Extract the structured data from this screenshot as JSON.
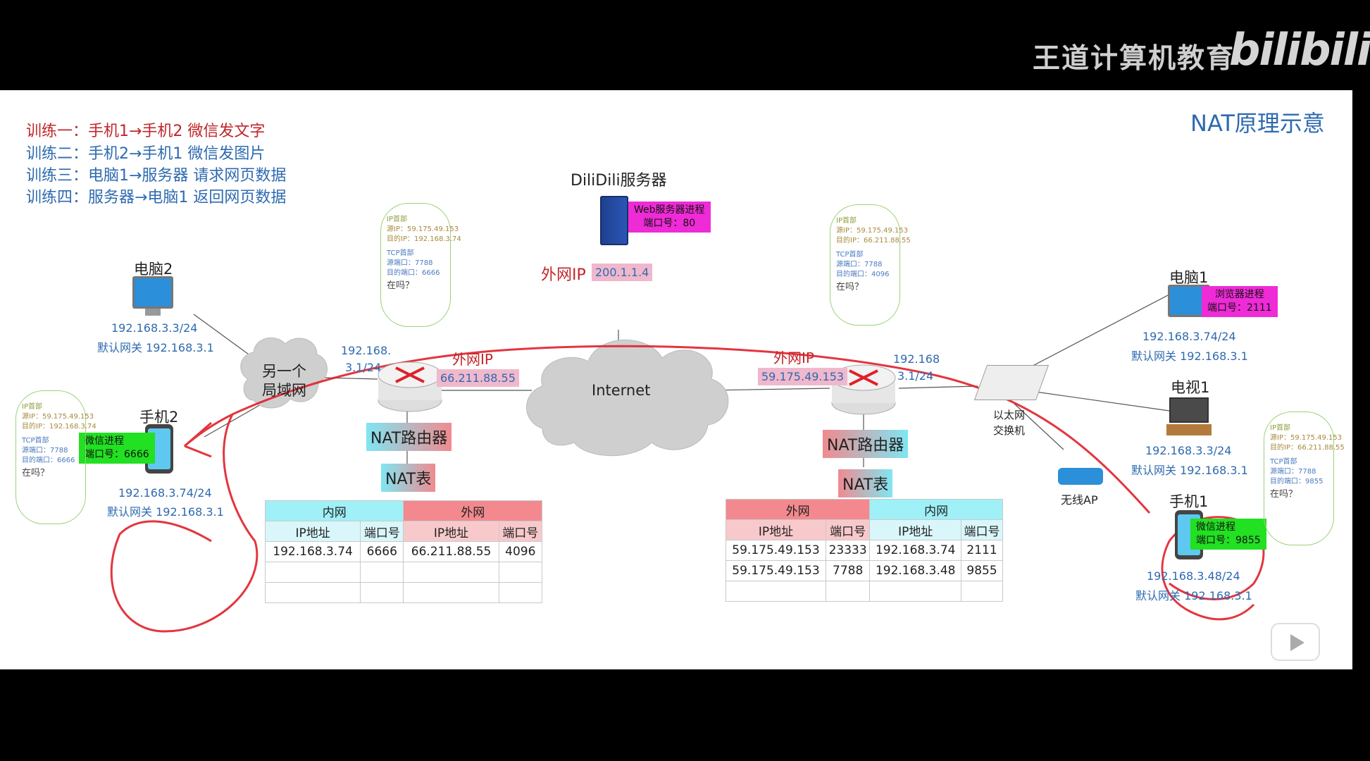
{
  "brand": {
    "name": "王道计算机教育",
    "logo": "bilibili"
  },
  "slide_title": "NAT原理示意",
  "tasks": [
    "训练一：手机1→手机2 微信发文字",
    "训练二：手机2→手机1 微信发图片",
    "训练三：电脑1→服务器 请求网页数据",
    "训练四：服务器→电脑1 返回网页数据"
  ],
  "server": {
    "name": "DiliDili服务器",
    "process_line1": "Web服务器进程",
    "process_line2": "端口号：80",
    "wan_label": "外网IP",
    "wan_ip": "200.1.1.4"
  },
  "internet": "Internet",
  "cloud_lan": {
    "line1": "另一个",
    "line2": "局域网"
  },
  "left_router": {
    "lan_ip_line1": "192.168.",
    "lan_ip_line2": "3.1/24",
    "wan_label": "外网IP",
    "wan_ip": "66.211.88.55",
    "name": "NAT路由器",
    "table_label": "NAT表"
  },
  "right_router": {
    "wan_label": "外网IP",
    "wan_ip": "59.175.49.153",
    "lan_ip_line1": "192.168",
    "lan_ip_line2": "3.1/24",
    "name": "NAT路由器",
    "table_label": "NAT表"
  },
  "pc2": {
    "name": "电脑2",
    "ip": "192.168.3.3/24",
    "gateway": "默认网关 192.168.3.1"
  },
  "phone2": {
    "name": "手机2",
    "process_line1": "微信进程",
    "process_line2": "端口号：6666",
    "ip": "192.168.3.74/24",
    "gateway": "默认网关 192.168.3.1"
  },
  "pc1": {
    "name": "电脑1",
    "process_line1": "浏览器进程",
    "process_line2": "端口号：2111",
    "ip": "192.168.3.74/24",
    "gateway": "默认网关 192.168.3.1"
  },
  "tv1": {
    "name": "电视1",
    "ip": "192.168.3.3/24",
    "gateway": "默认网关 192.168.3.1"
  },
  "switch": {
    "line1": "以太网",
    "line2": "交换机"
  },
  "ap": {
    "name": "无线AP"
  },
  "phone1": {
    "name": "手机1",
    "process_line1": "微信进程",
    "process_line2": "端口号：9855",
    "ip": "192.168.3.48/24",
    "gateway": "默认网关 192.168.3.1"
  },
  "left_table": {
    "group_lan": "内网",
    "group_wan": "外网",
    "cols": [
      "IP地址",
      "端口号",
      "IP地址",
      "端口号"
    ],
    "rows": [
      [
        "192.168.3.74",
        "6666",
        "66.211.88.55",
        "4096"
      ],
      [
        "",
        "",
        "",
        ""
      ],
      [
        "",
        "",
        "",
        ""
      ]
    ]
  },
  "right_table": {
    "group_wan": "外网",
    "group_lan": "内网",
    "cols": [
      "IP地址",
      "端口号",
      "IP地址",
      "端口号"
    ],
    "rows": [
      [
        "59.175.49.153",
        "23333",
        "192.168.3.74",
        "2111"
      ],
      [
        "59.175.49.153",
        "7788",
        "192.168.3.48",
        "9855"
      ],
      [
        "",
        "",
        "",
        ""
      ]
    ]
  },
  "handwritten_packet": {
    "ip_header": "IP首部",
    "src_ip": "源IP：59.175.49.153",
    "dst_ip_left": "目的IP：192.168.3.74",
    "dst_ip_right": "目的IP：66.211.88.55",
    "tcp_header": "TCP首部",
    "src_port": "源端口：7788",
    "dst_port_left": "目的端口：6666",
    "dst_port_right": "目的端口：4096",
    "dst_port_far_right": "目的端口：9855",
    "payload": "在吗？"
  },
  "colors": {
    "task1": "#c0262b",
    "blue_text": "#2e6ab0",
    "green_tag": "#22e022",
    "magenta_tag": "#ee2bd6",
    "annotation_red": "#e0202a"
  }
}
